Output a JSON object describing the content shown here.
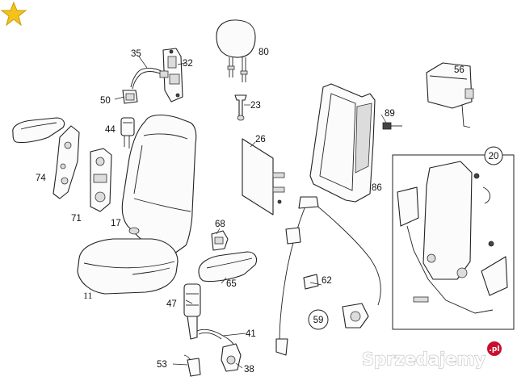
{
  "labels": {
    "p11": "11",
    "p17": "17",
    "p20": "20",
    "p23": "23",
    "p26": "26",
    "p32": "32",
    "p35": "35",
    "p38": "38",
    "p41": "41",
    "p44": "44",
    "p47": "47",
    "p50": "50",
    "p53": "53",
    "p56": "56",
    "p59": "59",
    "p62": "62",
    "p65": "65",
    "p68": "68",
    "p71": "71",
    "p74": "74",
    "p80": "80",
    "p86": "86",
    "p89": "89"
  },
  "watermark": {
    "text": "Sprzedajemy",
    "suffix": ".pl"
  },
  "colors": {
    "star": "#f3c21b",
    "line": "#222222",
    "watermark_dot": "#c8102e"
  }
}
